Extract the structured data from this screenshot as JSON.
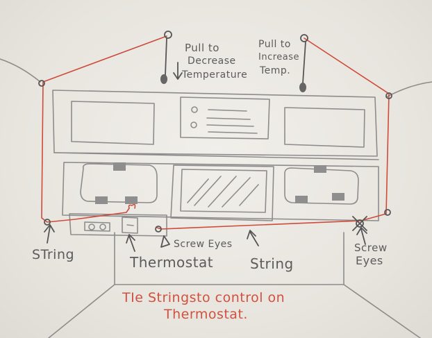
{
  "labels": {
    "pull_decrease_line1": "Pull to",
    "pull_decrease_line2": "Decrease",
    "pull_decrease_line3": "Temperature",
    "pull_increase_line1": "Pull to",
    "pull_increase_line2": "Increase",
    "pull_increase_line3": "Temp.",
    "string_left": "STring",
    "thermostat": "Thermostat",
    "screw_eyes_center": "Screw Eyes",
    "string_center": "String",
    "screw_eyes_right_line1": "Screw",
    "screw_eyes_right_line2": "Eyes",
    "note_line1": "TIe Stringsto control on",
    "note_line2": "Thermostat."
  },
  "colors": {
    "pencil": "#8c8c8c",
    "string_red": "#cf4a3a",
    "note_red": "#d2503e",
    "paper": "#ece9e3"
  }
}
